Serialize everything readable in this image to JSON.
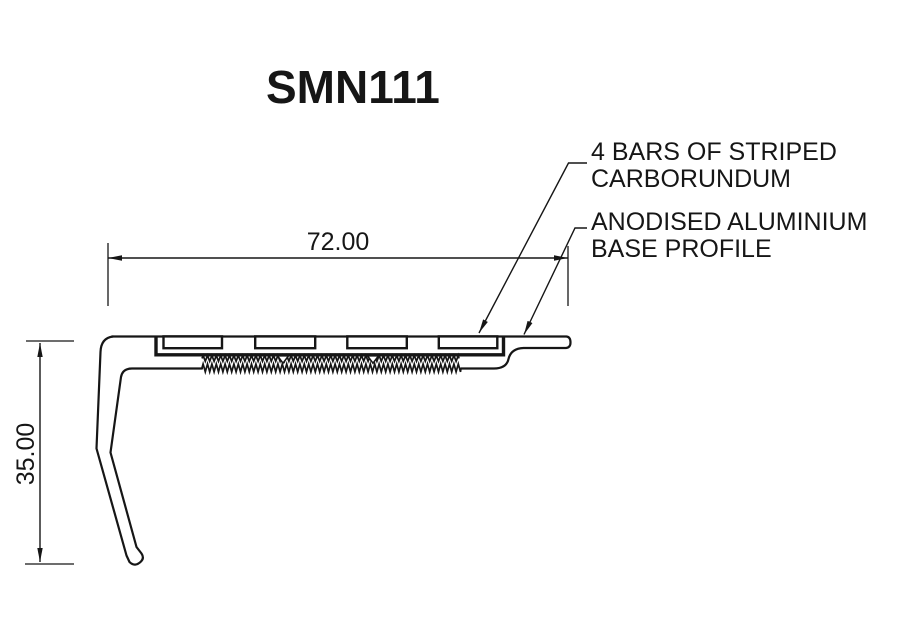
{
  "meta": {
    "type": "technical-drawing",
    "background": "#ffffff",
    "line_color": "#161616"
  },
  "title": "SMN111",
  "labels": {
    "carborundum_line1": "4 BARS OF STRIPED",
    "carborundum_line2": "CARBORUNDUM",
    "base_line1": "ANODISED ALUMINIUM",
    "base_line2": "BASE PROFILE"
  },
  "dimensions": {
    "width_value": "72.00",
    "height_value": "35.00"
  }
}
